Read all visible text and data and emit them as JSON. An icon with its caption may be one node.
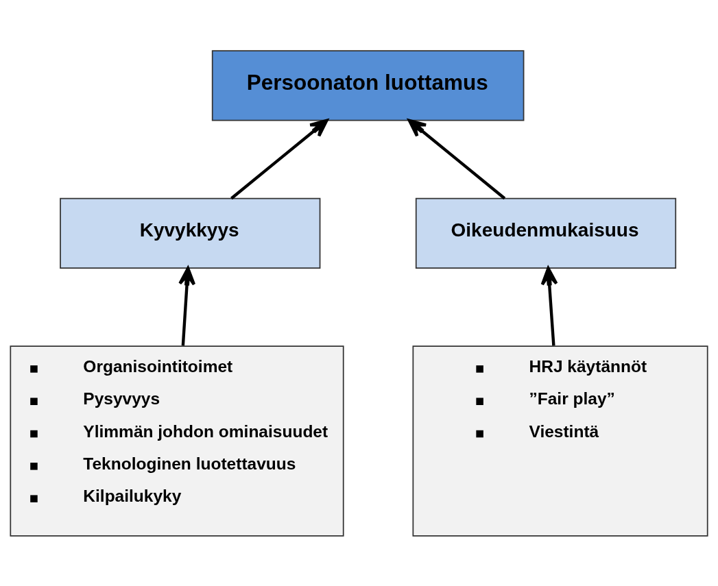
{
  "diagram": {
    "nodes": [
      {
        "text": [
          "Persoonaton luottamus"
        ]
      },
      {
        "text": [
          "Kyvykkyys"
        ]
      },
      {
        "text": [
          "Oikeudenmukaisuus"
        ]
      },
      {
        "text": [
          "Organisointitoimet",
          "Pysyvyys",
          "Ylimmän johdon ominaisuudet",
          "Teknologinen luotettavuus",
          "Kilpailukyky"
        ]
      },
      {
        "text": [
          "HRJ käytännöt",
          "”Fair play”",
          "Viestintä"
        ]
      }
    ],
    "edges": [
      {
        "from": 1,
        "to": 0,
        "arrow": "to"
      },
      {
        "from": 2,
        "to": 0,
        "arrow": "to"
      },
      {
        "from": 3,
        "to": 1,
        "arrow": "to"
      },
      {
        "from": 4,
        "to": 2,
        "arrow": "to"
      }
    ]
  }
}
